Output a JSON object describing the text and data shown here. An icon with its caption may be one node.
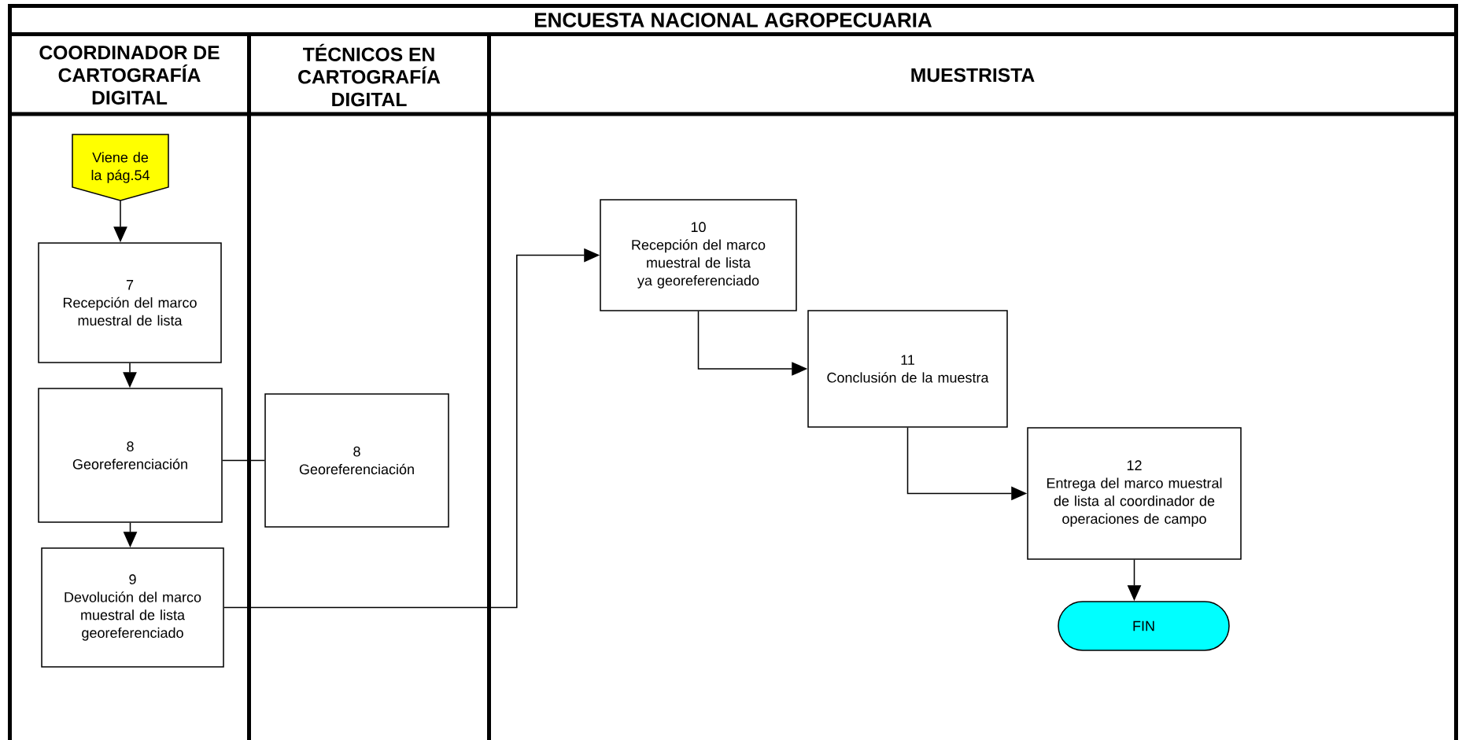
{
  "diagram": {
    "title": "ENCUESTA NACIONAL AGROPECUARIA",
    "nodes": [
      {
        "text": [
          "COORDINADOR DE CARTOGRAFÍA DIGITAL"
        ]
      },
      {
        "text": [
          "TÉCNICOS EN CARTOGRAFÍA DIGITAL"
        ]
      },
      {
        "text": [
          "MUESTRISTA"
        ]
      },
      {
        "text": [
          "Viene de la pág.54"
        ],
        "in": 0
      },
      {
        "text": [
          "7",
          "Recepción del marco muestral de lista"
        ],
        "in": 0
      },
      {
        "text": [
          "8",
          "Georeferenciación"
        ],
        "in": 0
      },
      {
        "text": [
          "9",
          "Devolución del marco muestral de lista georeferenciado"
        ],
        "in": 0
      },
      {
        "text": [
          "8",
          "Georeferenciación"
        ],
        "in": 1
      },
      {
        "text": [
          "10",
          "Recepción del marco muestral de lista ya georeferenciado"
        ],
        "in": 2
      },
      {
        "text": [
          "11",
          "Conclusión de la muestra"
        ],
        "in": 2
      },
      {
        "text": [
          "12",
          "Entrega del marco muestral de lista al coordinador de operaciones de campo"
        ],
        "in": 2
      },
      {
        "text": [
          "FIN"
        ],
        "in": 2
      }
    ],
    "edges": [
      {
        "from": 3,
        "to": 4,
        "arrow": "to"
      },
      {
        "from": 4,
        "to": 5,
        "arrow": "to"
      },
      {
        "from": 5,
        "to": 6,
        "arrow": "to"
      },
      {
        "from": 5,
        "to": 7,
        "arrow": "none"
      },
      {
        "from": 6,
        "to": 8,
        "arrow": "to"
      },
      {
        "from": 8,
        "to": 9,
        "arrow": "to"
      },
      {
        "from": 9,
        "to": 10,
        "arrow": "to"
      },
      {
        "from": 10,
        "to": 11,
        "arrow": "to"
      }
    ]
  }
}
